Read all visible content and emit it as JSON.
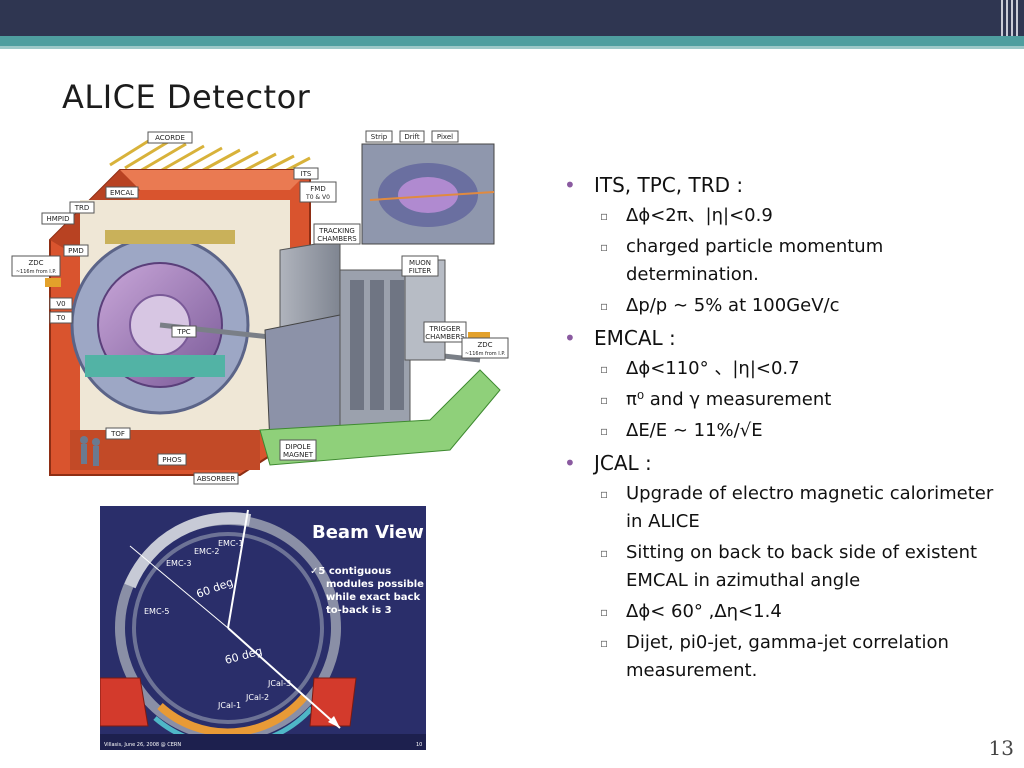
{
  "slide": {
    "title": "ALICE Detector",
    "page_number": "13"
  },
  "colors": {
    "top_bar": "#2f3651",
    "accent_band": "#4f9e9f",
    "bullet_dot": "#8a5aa0",
    "detector_structure": "#d9542e"
  },
  "detector_figure": {
    "labels": {
      "acorde": "ACORDE",
      "emcal": "EMCAL",
      "trd": "TRD",
      "hmpid": "HMPID",
      "pmd": "PMD",
      "zdc_left": "ZDC",
      "zdc_left_sub": "~116m from I.P.",
      "v0": "V0",
      "t0": "T0",
      "tpc": "TPC",
      "its": "ITS",
      "fmd": "FMD",
      "fmd_sub": "T0 & V0",
      "tracking_1": "TRACKING",
      "tracking_2": "CHAMBERS",
      "muon_1": "MUON",
      "muon_2": "FILTER",
      "trigger_1": "TRIGGER",
      "trigger_2": "CHAMBERS",
      "zdc_right": "ZDC",
      "zdc_right_sub": "~116m from I.P.",
      "dipole_1": "DIPOLE",
      "dipole_2": "MAGNET",
      "phos": "PHOS",
      "tof": "TOF",
      "absorber": "ABSORBER",
      "strip": "Strip",
      "drift": "Drift",
      "pixel": "Pixel"
    }
  },
  "beam_view": {
    "title": "Beam View",
    "note_lines": [
      "✓5 contiguous",
      "modules possible",
      "while exact back",
      "to-back is 3"
    ],
    "emc_labels": [
      "EMC-1",
      "EMC-2",
      "EMC-3",
      "EMC-5"
    ],
    "angle_upper": "60 deg",
    "angle_lower": "60 deg",
    "jcal_labels": [
      "JCal-1",
      "JCal-2",
      "JCal-3"
    ],
    "footer_left": "Villasis, June 26, 2008 @ CERN",
    "footer_right": "10"
  },
  "bullets": [
    {
      "text": "ITS, TPC, TRD :",
      "sub": [
        "Δϕ<2π、|η|<0.9",
        "charged particle momentum determination.",
        "Δp/p ∼ 5% at 100GeV/c"
      ]
    },
    {
      "text": "EMCAL :",
      "sub": [
        "Δϕ<110° 、|η|<0.7",
        "π⁰ and γ measurement",
        "ΔE/E ∼ 11%/√E"
      ]
    },
    {
      "text": "JCAL :",
      "sub": [
        "Upgrade of electro magnetic calorimeter in ALICE",
        "Sitting on back to back side of existent EMCAL in azimuthal angle",
        "Δϕ< 60° ,Δη<1.4",
        "Dijet, pi0-jet, gamma-jet correlation measurement."
      ]
    }
  ]
}
